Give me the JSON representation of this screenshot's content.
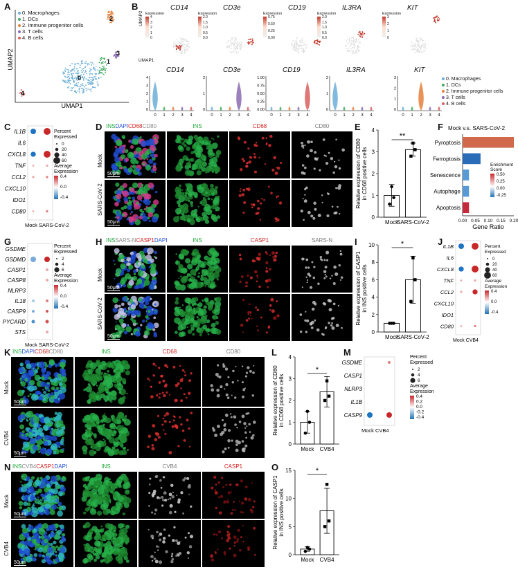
{
  "panels": {
    "A": {
      "label": "A",
      "xlabel": "UMAP1",
      "ylabel": "UMAP2",
      "legend": [
        {
          "text": "0. Macrophages",
          "color": "#6baed6"
        },
        {
          "text": "1. DCs",
          "color": "#41ab5d"
        },
        {
          "text": "2. Immune progenitor cells",
          "color": "#e6803c"
        },
        {
          "text": "3. T cells",
          "color": "#8c6bb1"
        },
        {
          "text": "4. B cells",
          "color": "#d95f5f"
        }
      ],
      "cluster_labels": [
        "0",
        "1",
        "2",
        "3",
        "4"
      ]
    },
    "B": {
      "label": "B",
      "umap_genes": [
        "CD14",
        "CD3e",
        "CD19",
        "IL3RA",
        "KIT"
      ],
      "umap_ylabel": "UMAP2",
      "umap_xlabel": "UMAP1",
      "expr_title": "Expression",
      "expr_ticks": [
        [
          "4",
          "3",
          "2",
          "1",
          "0"
        ],
        [
          "2.0",
          "1.5",
          "1.0",
          "0.5",
          "0.0"
        ],
        [
          "0.75",
          "0.50",
          "0.25",
          "0.00"
        ],
        [
          "2.0",
          "1.5",
          "1.0",
          "0.5",
          "0.0"
        ],
        [
          "3",
          "2",
          "1",
          "0"
        ]
      ],
      "violin_genes": [
        "CD14",
        "CD3e",
        "CD19",
        "IL3RA",
        "KIT"
      ],
      "violin_xticks": [
        "0",
        "1",
        "2",
        "3",
        "4"
      ],
      "violin_yticks": [
        [
          "4",
          "3",
          "2",
          "1",
          "0"
        ],
        [
          "2",
          "1",
          "0"
        ],
        [
          "1.00",
          "0.75",
          "0.50",
          "0.25",
          "0.00"
        ],
        [
          "2",
          "1",
          "0"
        ],
        [
          "3",
          "2",
          "1",
          "0"
        ]
      ],
      "legend": [
        {
          "text": "0. Macrophages",
          "color": "#6baed6"
        },
        {
          "text": "1. DCs",
          "color": "#41ab5d"
        },
        {
          "text": "2. Immune progenitor cells",
          "color": "#e6803c"
        },
        {
          "text": "3. T cells",
          "color": "#8c6bb1"
        },
        {
          "text": "4. B cells",
          "color": "#d95f5f"
        }
      ]
    },
    "C": {
      "label": "C",
      "genes": [
        "IL1B",
        "IL6",
        "CXCL8",
        "TNF",
        "CCL2",
        "CXCL10",
        "IDO1",
        "CD80"
      ],
      "xticks": "Mock SARS-CoV-2",
      "pct_title": "Percent Expressed",
      "pct_ticks": [
        "0",
        "20",
        "40",
        "60"
      ],
      "avg_title": "Average Expression",
      "avg_ticks": [
        "0.4",
        "0.0",
        "-0.4"
      ]
    },
    "D": {
      "label": "D",
      "header_ins": "INS",
      "header_dapi": "DAPI",
      "header_cd68": "CD68",
      "header_cd80": "CD80",
      "col_titles": [
        "INS",
        "CD68",
        "CD80"
      ],
      "rows": [
        "Mock",
        "SARS-CoV-2"
      ],
      "scale": "50μm"
    },
    "E": {
      "label": "E",
      "ylabel1": "Relative expression of CD80",
      "ylabel2": "in CD68 positive cells",
      "categories": [
        "Mock",
        "SARS-CoV-2"
      ],
      "sig": "**",
      "yticks": [
        "0",
        "1",
        "2",
        "3",
        "4"
      ]
    },
    "F": {
      "label": "F",
      "title": "Mock v.s. SARS-CoV-2",
      "terms": [
        "Pyroptosis",
        "Ferroptosis",
        "Senescence",
        "Autophage",
        "Apoptosis"
      ],
      "xlabel": "Gene Ratio",
      "xticks": [
        "0.00",
        "0.05",
        "0.10",
        "0.15",
        "0.20"
      ],
      "legend_title1": "Enrichment",
      "legend_title2": "Score",
      "legend_ticks": [
        "0.50",
        "0.25",
        "0.00",
        "-0.25"
      ]
    },
    "G": {
      "label": "G",
      "genes": [
        "GSDME",
        "GSDMD",
        "CASP1",
        "CASP8",
        "NLRP3",
        "IL18",
        "CASP9",
        "PYCARD",
        "STS"
      ],
      "xticks": "Mock SARS-CoV-2",
      "pct_title": "Percent Expressed",
      "pct_ticks": [
        "2",
        "4",
        "6"
      ],
      "avg_title": "Average Expression",
      "avg_ticks": [
        "0.4",
        "0.0",
        "-0.4"
      ]
    },
    "H": {
      "label": "H",
      "header_ins": "INS",
      "header_sarsn": "SARS-N",
      "header_casp1": "CASP1",
      "header_dapi": "DAPI",
      "col_titles": [
        "INS",
        "CASP1",
        "SARS-N"
      ],
      "rows": [
        "Mock",
        "SARS-CoV-2"
      ],
      "scale": "50μm"
    },
    "I": {
      "label": "I",
      "ylabel1": "Relative expression of CASP1",
      "ylabel2": "in INS positive cells",
      "categories": [
        "Mock",
        "SARS-CoV-2"
      ],
      "sig": "*",
      "yticks": [
        "0",
        "2",
        "4",
        "6",
        "8",
        "10"
      ]
    },
    "J": {
      "label": "J",
      "genes": [
        "IL1B",
        "IL6",
        "CXCL8",
        "TNF",
        "CCL2",
        "CXCL10",
        "IDO1",
        "CD80"
      ],
      "xticks": "Mock CVB4",
      "pct_title": "Percent Expressed",
      "pct_ticks": [
        "0",
        "20",
        "40",
        "60"
      ],
      "avg_title": "Average Expression",
      "avg_ticks": [
        "0.4",
        "0.0",
        "-0.4"
      ]
    },
    "K": {
      "label": "K",
      "header_ins": "INS",
      "header_dapi": "DAPI",
      "header_cd68": "CD68",
      "header_cd80": "CD80",
      "col_titles": [
        "INS",
        "CD68",
        "CD80"
      ],
      "rows": [
        "Mock",
        "CVB4"
      ],
      "scale": "50μm"
    },
    "L": {
      "label": "L",
      "ylabel1": "Relative expression of CD80",
      "ylabel2": "in CD68 positive cells",
      "categories": [
        "Mock",
        "CVB4"
      ],
      "sig": "*",
      "yticks": [
        "0",
        "1",
        "2",
        "3",
        "4"
      ]
    },
    "M": {
      "label": "M",
      "genes": [
        "GSDME",
        "CASP1",
        "NLRP3",
        "IL1B",
        "CASP9"
      ],
      "xticks": "Mock CVB4",
      "pct_title": "Percent Expressed",
      "pct_ticks": [
        "2",
        "4",
        "6"
      ],
      "avg_title": "Average Expression",
      "avg_ticks": [
        "0.4",
        "0.2",
        "0.0",
        "-0.2",
        "-0.4"
      ]
    },
    "N": {
      "label": "N",
      "header_ins": "INS",
      "header_cvb4": "CVB4",
      "header_casp1": "CASP1",
      "header_dapi": "DAPI",
      "col_titles": [
        "INS",
        "CVB4",
        "CASP1"
      ],
      "rows": [
        "Mock",
        "CVB4"
      ],
      "scale": "50μm"
    },
    "O": {
      "label": "O",
      "ylabel1": "Relative expression of CASP1",
      "ylabel2": "in INS positive cells",
      "categories": [
        "Mock",
        "CVB4"
      ],
      "sig": "*",
      "yticks": [
        "0",
        "5",
        "10",
        "15"
      ]
    }
  },
  "chart_data": [
    {
      "panel": "E",
      "type": "bar",
      "categories": [
        "Mock",
        "SARS-CoV-2"
      ],
      "values": [
        1.0,
        3.1
      ],
      "errors": [
        0.5,
        0.3
      ],
      "points": [
        [
          0.6,
          1.4,
          0.9
        ],
        [
          2.8,
          3.4,
          3.1
        ]
      ],
      "ylim": [
        0,
        4
      ]
    },
    {
      "panel": "I",
      "type": "bar",
      "categories": [
        "Mock",
        "SARS-CoV-2"
      ],
      "values": [
        1.0,
        6.0
      ],
      "errors": [
        0.1,
        2.7
      ],
      "points": [
        [
          1.0,
          1.0,
          1.0
        ],
        [
          3.5,
          8.5,
          6.0
        ]
      ],
      "ylim": [
        0,
        10
      ]
    },
    {
      "panel": "L",
      "type": "bar",
      "categories": [
        "Mock",
        "CVB4"
      ],
      "values": [
        1.0,
        2.4
      ],
      "errors": [
        0.5,
        0.7
      ],
      "points": [
        [
          0.5,
          1.5,
          1.0
        ],
        [
          2.0,
          2.9,
          2.2
        ]
      ],
      "ylim": [
        0,
        4
      ]
    },
    {
      "panel": "O",
      "type": "bar",
      "categories": [
        "Mock",
        "CVB4"
      ],
      "values": [
        1.0,
        7.8
      ],
      "errors": [
        0.4,
        4.0
      ],
      "points": [
        [
          0.6,
          1.3,
          1.0
        ],
        [
          5.0,
          12.5,
          6.0
        ]
      ],
      "ylim": [
        0,
        15
      ]
    },
    {
      "panel": "F",
      "type": "bar",
      "orientation": "horizontal",
      "categories": [
        "Pyroptosis",
        "Ferroptosis",
        "Senescence",
        "Autophage",
        "Apoptosis"
      ],
      "values": [
        0.2,
        0.07,
        0.025,
        0.025,
        0.025
      ],
      "scores": [
        0.5,
        -0.05,
        -0.15,
        -0.15,
        0.45
      ],
      "xlim": [
        0,
        0.2
      ]
    },
    {
      "panel": "C",
      "type": "dot",
      "genes": [
        "IL1B",
        "IL6",
        "CXCL8",
        "TNF",
        "CCL2",
        "CXCL10",
        "IDO1",
        "CD80"
      ],
      "groups": [
        "Mock",
        "SARS-CoV-2"
      ],
      "pct": [
        [
          45,
          60
        ],
        [
          5,
          5
        ],
        [
          40,
          60
        ],
        [
          5,
          10
        ],
        [
          10,
          10
        ],
        [
          5,
          5
        ],
        [
          5,
          5
        ],
        [
          5,
          10
        ]
      ],
      "avg": [
        [
          -0.5,
          0.5
        ],
        [
          0,
          0
        ],
        [
          -0.5,
          0.5
        ],
        [
          0.2,
          0.2
        ],
        [
          0.2,
          0.3
        ],
        [
          0,
          0
        ],
        [
          0,
          0
        ],
        [
          0.2,
          0.3
        ]
      ]
    },
    {
      "panel": "G",
      "type": "dot",
      "genes": [
        "GSDME",
        "GSDMD",
        "CASP1",
        "CASP8",
        "NLRP3",
        "IL18",
        "CASP9",
        "PYCARD",
        "STS"
      ],
      "groups": [
        "Mock",
        "SARS-CoV-2"
      ],
      "pct": [
        [
          1,
          1
        ],
        [
          6,
          6
        ],
        [
          2,
          2
        ],
        [
          2,
          2
        ],
        [
          1,
          1
        ],
        [
          2,
          2
        ],
        [
          2,
          2
        ],
        [
          3,
          3
        ],
        [
          2,
          2
        ]
      ],
      "avg": [
        [
          0,
          0
        ],
        [
          -0.3,
          0.5
        ],
        [
          0,
          0.2
        ],
        [
          0,
          0.2
        ],
        [
          0,
          0
        ],
        [
          -0.2,
          0.3
        ],
        [
          -0.3,
          0.4
        ],
        [
          -0.4,
          0.4
        ],
        [
          0,
          0.2
        ]
      ]
    },
    {
      "panel": "J",
      "type": "dot",
      "genes": [
        "IL1B",
        "IL6",
        "CXCL8",
        "TNF",
        "CCL2",
        "CXCL10",
        "IDO1",
        "CD80"
      ],
      "groups": [
        "Mock",
        "CVB4"
      ],
      "pct": [
        [
          45,
          60
        ],
        [
          5,
          5
        ],
        [
          40,
          60
        ],
        [
          5,
          10
        ],
        [
          10,
          40
        ],
        [
          5,
          5
        ],
        [
          5,
          5
        ],
        [
          5,
          10
        ]
      ],
      "avg": [
        [
          -0.5,
          0.5
        ],
        [
          0,
          0
        ],
        [
          -0.5,
          0.5
        ],
        [
          0.2,
          0.2
        ],
        [
          0.2,
          0.5
        ],
        [
          0,
          0
        ],
        [
          0,
          0
        ],
        [
          0.2,
          0.3
        ]
      ]
    },
    {
      "panel": "M",
      "type": "dot",
      "genes": [
        "GSDME",
        "CASP1",
        "NLRP3",
        "IL1B",
        "CASP9"
      ],
      "groups": [
        "Mock",
        "CVB4"
      ],
      "pct": [
        [
          2,
          2
        ],
        [
          1,
          1
        ],
        [
          1,
          1
        ],
        [
          1,
          1
        ],
        [
          6,
          6
        ]
      ],
      "avg": [
        [
          0,
          0.3
        ],
        [
          0,
          0
        ],
        [
          0,
          0
        ],
        [
          0,
          0
        ],
        [
          -0.5,
          0.5
        ]
      ]
    }
  ]
}
